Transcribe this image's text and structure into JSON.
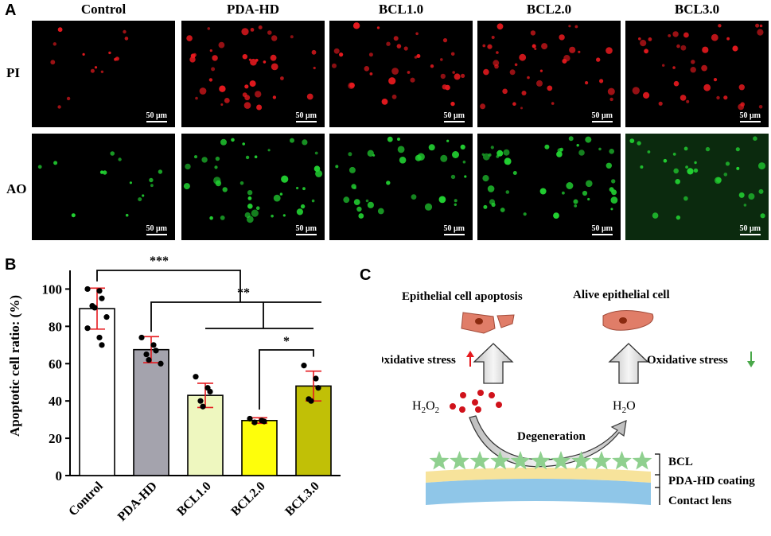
{
  "panel_a": {
    "letter": "A",
    "columns": [
      "Control",
      "PDA-HD",
      "BCL1.0",
      "BCL2.0",
      "BCL3.0"
    ],
    "rows": [
      {
        "label": "PI",
        "color": "#e5191e"
      },
      {
        "label": "AO",
        "color": "#22d232"
      }
    ],
    "scale_bar": "50 μm"
  },
  "panel_b": {
    "letter": "B",
    "chart_data": {
      "type": "bar",
      "categories": [
        "Control",
        "PDA-HD",
        "BCL1.0",
        "BCL2.0",
        "BCL3.0"
      ],
      "values": [
        89.5,
        67.5,
        43,
        29.5,
        48
      ],
      "errors": [
        11,
        7,
        6.5,
        1.5,
        8
      ],
      "bar_colors": [
        "#ffffff",
        "#a4a3ad",
        "#eef7bf",
        "#fefe0b",
        "#c1c006"
      ],
      "points": [
        [
          100,
          99,
          95,
          91,
          90,
          85,
          79,
          74,
          70
        ],
        [
          74,
          70,
          67,
          65,
          62,
          60
        ],
        [
          53,
          47,
          45,
          40,
          37
        ],
        [
          30.5,
          29.5,
          29,
          28.5
        ],
        [
          59,
          52,
          47,
          41,
          40
        ]
      ],
      "title": "",
      "xlabel": "",
      "ylabel": "Apoptotic cell ratio: (%)",
      "ylim": [
        0,
        110
      ],
      "yticks": [
        "0",
        "20",
        "40",
        "60",
        "80",
        "100"
      ],
      "significance": [
        "***",
        "**",
        "*"
      ]
    }
  },
  "panel_c": {
    "letter": "C",
    "apoptosis_label": "Epithelial cell apoptosis",
    "alive_label": "Alive epithelial cell",
    "stress_up_label": "Oxidative stress",
    "stress_down_label": "Oxidative stress",
    "h2o2_label": "H",
    "h2o2_sub1": "2",
    "h2o2_o": "O",
    "h2o2_sub2": "2",
    "h2o_label_h": "H",
    "h2o_sub": "2",
    "h2o_label_o": "O",
    "degeneration_label": "Degeneration",
    "layer_labels": [
      "BCL",
      "PDA-HD coating",
      "Contact lens"
    ],
    "colors": {
      "arrow_up": "#e5191e",
      "arrow_down": "#4aa84a",
      "star": "#8fd08f",
      "coating": "#f7e39b",
      "lens": "#8fc6e8",
      "cell": "#e07d68",
      "nucleus": "#8a2a10",
      "dot": "#d0121b"
    }
  }
}
